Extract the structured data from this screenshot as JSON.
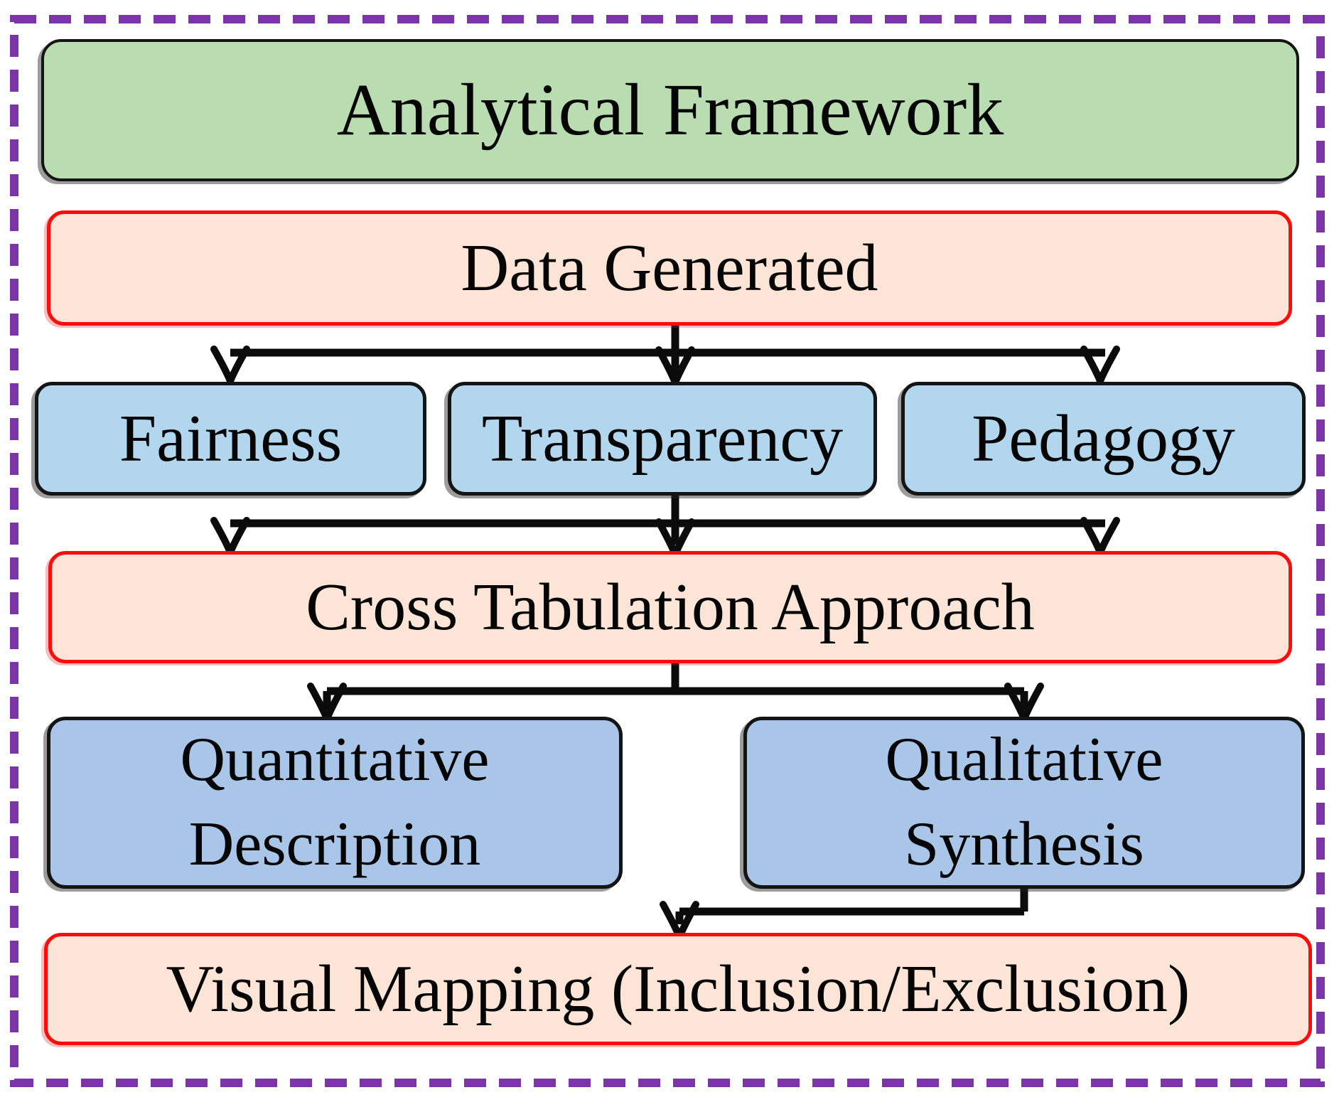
{
  "diagram_type": "flowchart",
  "nodes": {
    "analytical_framework": "Analytical Framework",
    "data_generated": "Data Generated",
    "fairness": "Fairness",
    "transparency": "Transparency",
    "pedagogy": "Pedagogy",
    "cross_tabulation": "Cross Tabulation Approach",
    "quantitative_description": "Quantitative Description",
    "qualitative_synthesis": "Qualitative Synthesis",
    "visual_mapping": "Visual Mapping (Inclusion/Exclusion)"
  },
  "edges": [
    {
      "from": "data_generated",
      "to": "fairness"
    },
    {
      "from": "data_generated",
      "to": "transparency"
    },
    {
      "from": "data_generated",
      "to": "pedagogy"
    },
    {
      "from": "fairness",
      "to": "cross_tabulation"
    },
    {
      "from": "transparency",
      "to": "cross_tabulation"
    },
    {
      "from": "pedagogy",
      "to": "cross_tabulation"
    },
    {
      "from": "cross_tabulation",
      "to": "quantitative_description"
    },
    {
      "from": "cross_tabulation",
      "to": "qualitative_synthesis"
    },
    {
      "from": "qualitative_synthesis",
      "to": "visual_mapping"
    }
  ],
  "colors": {
    "outer_dashed_border": "#7c35a8",
    "green_fill": "#b9dcb1",
    "peach_fill": "#fce5d6",
    "peach_border": "#fb0d0d",
    "light_blue_fill": "#b1d6ee",
    "dark_blue_fill": "#a9c5e8",
    "box_border_dark": "#141414",
    "connector": "#0b0b0b",
    "text": "#050505",
    "background": "#ffffff"
  }
}
